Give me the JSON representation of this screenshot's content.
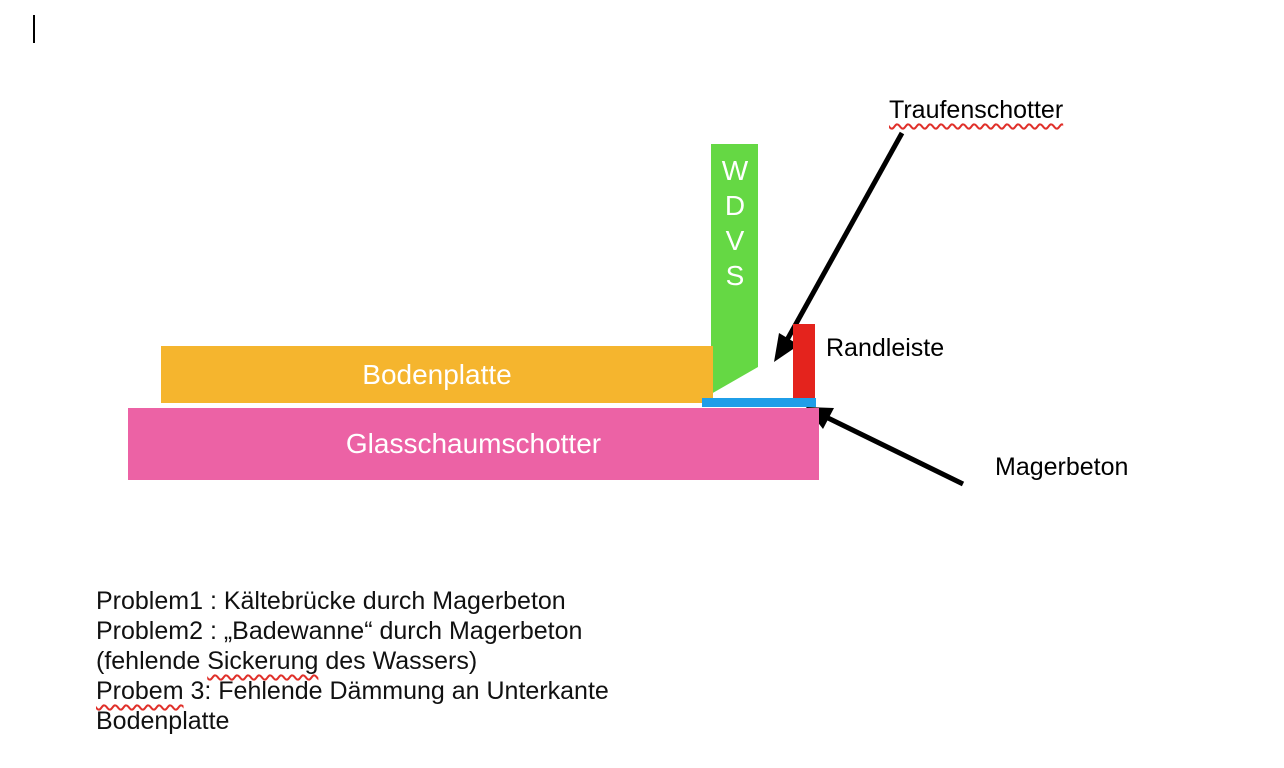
{
  "diagram": {
    "blocks": {
      "bodenplatte": "Bodenplatte",
      "glasschaumschotter": "Glasschaumschotter",
      "wdvs_letters": [
        "W",
        "D",
        "V",
        "S"
      ]
    },
    "labels": {
      "traufenschotter": "Traufenschotter",
      "randleiste": "Randleiste",
      "magerbeton": "Magerbeton"
    },
    "colors": {
      "bodenplatte": "#f5b52e",
      "glasschaumschotter": "#ec62a5",
      "wdvs": "#65d844",
      "randleiste": "#e4231d",
      "magerbeton": "#1f9ee8",
      "spellcheck": "#e0302a"
    }
  },
  "notes": {
    "line1": "Problem1 : Kältebrücke durch Magerbeton",
    "line2": "Problem2 : „Badewanne“ durch Magerbeton",
    "line3_pre": "(fehlende ",
    "line3_spell": "Sickerung",
    "line3_post": " des Wassers)",
    "line4_spell": "Probem",
    "line4_post": " 3: Fehlende Dämmung an Unterkante",
    "line5": "Bodenplatte"
  }
}
